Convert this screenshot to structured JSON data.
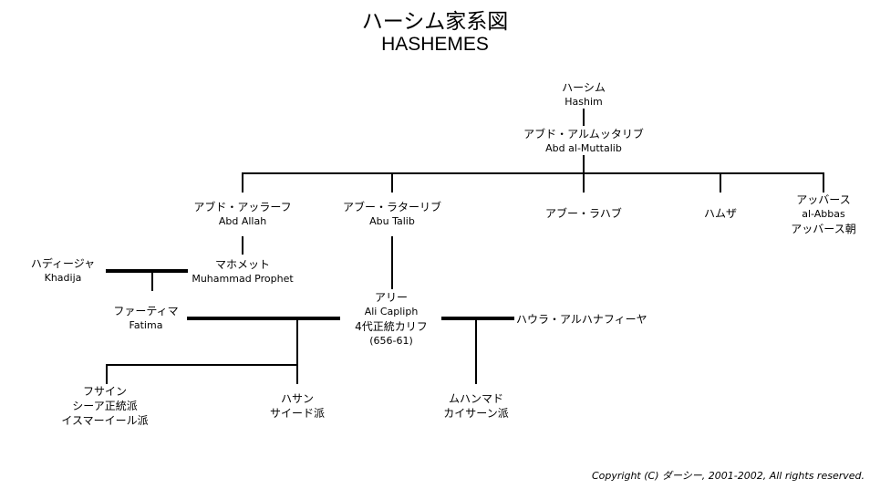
{
  "title": {
    "japanese": "ハーシム家系図",
    "english": "HASHEMES"
  },
  "people": {
    "hashim": {
      "ja": "ハーシム",
      "en": "Hashim"
    },
    "abd_al_muttalib": {
      "ja": "アブド・アルムッタリブ",
      "en": "Abd al-Muttalib"
    },
    "abd_allah": {
      "ja": "アブド・アッラーフ",
      "en": "Abd Allah"
    },
    "abu_talib": {
      "ja": "アブー・ラターリブ",
      "en": "Abu Talib"
    },
    "abu_lahab": {
      "ja": "アブー・ラハブ"
    },
    "hamza": {
      "ja": "ハムザ"
    },
    "abbas": {
      "ja": "アッバース",
      "en": "al-Abbas",
      "note": "アッバース朝"
    },
    "khadija": {
      "ja": "ハディージャ",
      "en": "Khadija"
    },
    "muhammad": {
      "ja": "マホメット",
      "en": "Muhammad Prophet"
    },
    "fatima": {
      "ja": "ファーティマ",
      "en": "Fatima"
    },
    "ali": {
      "ja": "アリー",
      "en": "Ali Capliph",
      "title": "4代正統カリフ",
      "years": "(656-61)"
    },
    "hawla": {
      "ja": "ハウラ・アルハナフィーヤ"
    },
    "husain": {
      "ja": "フサイン",
      "line1": "シーア正統派",
      "line2": "イスマーイール派"
    },
    "hasan": {
      "ja": "ハサン",
      "line1": "サイード派"
    },
    "muhammad_hanafiya": {
      "ja": "ムハンマド",
      "line1": "カイサーン派"
    }
  },
  "copyright": "Copyright (C) ダーシー, 2001-2002, All rights reserved."
}
